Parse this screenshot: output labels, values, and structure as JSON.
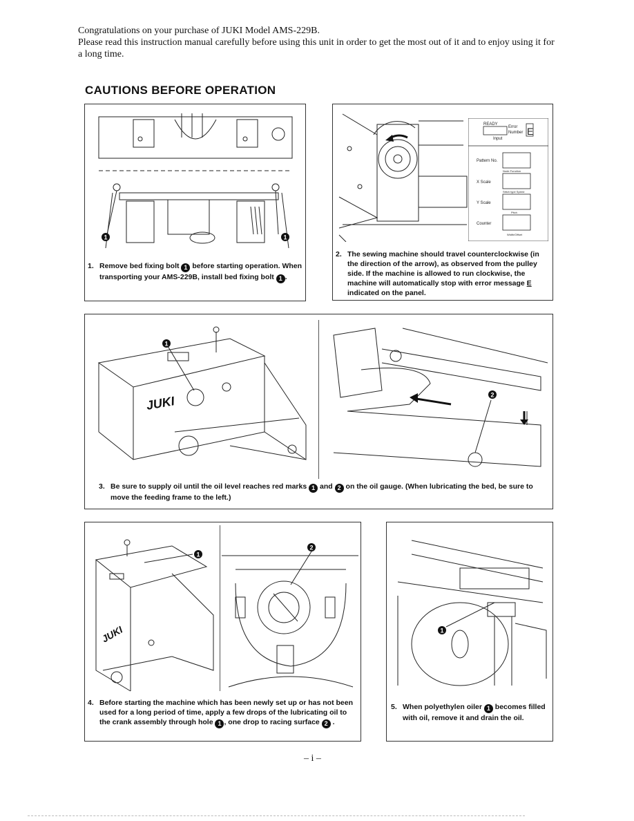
{
  "intro": {
    "line1": "Congratulations on your purchase of JUKI Model AMS-229B.",
    "line2": "Please read this instruction manual carefully before using this unit in order to get the most out of it and to enjoy using it for a long time."
  },
  "heading": "CAUTIONS BEFORE OPERATION",
  "cautions": [
    {
      "num": "1.",
      "text_a": "Remove bed fixing bolt",
      "marker_a": "1",
      "text_b": "before starting operation. When transporting your AMS-229B, install bed fixing bolt",
      "marker_b": "1",
      "text_c": "."
    },
    {
      "num": "2.",
      "text_a": "The sewing machine should travel counterclockwise (in the direction of the arrow), as observed from the pulley side. If the machine is allowed to run clockwise, the machine will automatically stop with error message",
      "error_code": "E",
      "text_b": "indicated on the panel."
    },
    {
      "num": "3.",
      "text_a": "Be sure to supply oil until the oil level reaches red marks",
      "marker_a": "1",
      "text_b": "and",
      "marker_b": "2",
      "text_c": "on the oil gauge. (When lubricating the bed, be sure to move the feeding frame to the left.)"
    },
    {
      "num": "4.",
      "text_a": "Before starting the machine which has been newly set up or has not been used for a long period of time, apply a few drops of the lubricating oil to the crank assembly through hole",
      "marker_a": "1",
      "text_b": ", one drop to racing surface",
      "marker_b": "2",
      "text_c": "."
    },
    {
      "num": "5.",
      "text_a": "When polyethylen oiler",
      "marker_a": "1",
      "text_b": "becomes filled with oil, remove it and drain the oil."
    }
  ],
  "figures": {
    "fig1_marker_left": "1",
    "fig1_marker_right": "1",
    "fig2_panel": {
      "ready": "READY",
      "error": "Error",
      "number": "Number",
      "input": "Input",
      "display_value": "E",
      "pattern_no": "Pattern No.",
      "x_scale": "X Scale",
      "x_scale_sub": "Node  Function",
      "y_scale": "Y Scale",
      "y_scale_sub": "Stitch type  Speed",
      "pitch": "Pitch",
      "counter": "Counter",
      "counter_sub": "Width/Offset"
    },
    "fig3_marker_a": "1",
    "fig3_marker_b": "2",
    "fig3_brand": "JUKI",
    "fig4_marker_a": "1",
    "fig4_marker_b": "2",
    "fig4_brand": "JUKI",
    "fig5_marker": "1"
  },
  "page_number": "– i –"
}
